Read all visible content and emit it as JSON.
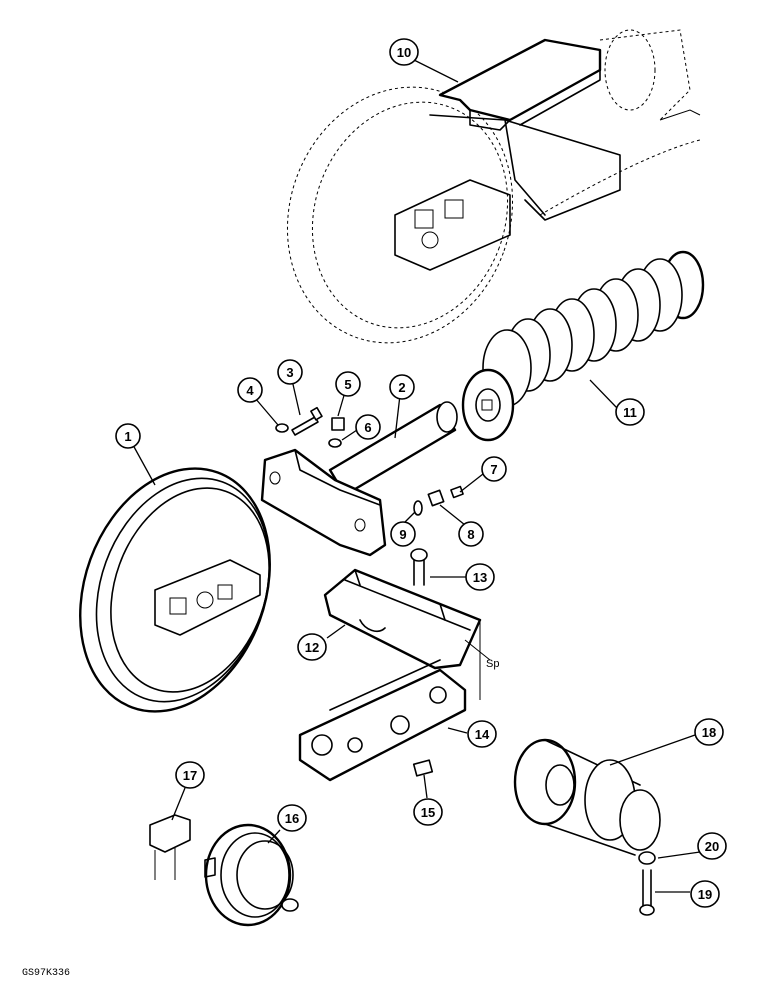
{
  "figure_code": "GS97K336",
  "spring_gap_label": "Sp",
  "callouts": [
    {
      "id": "1",
      "label": "1"
    },
    {
      "id": "2",
      "label": "2"
    },
    {
      "id": "3",
      "label": "3"
    },
    {
      "id": "4",
      "label": "4"
    },
    {
      "id": "5",
      "label": "5"
    },
    {
      "id": "6",
      "label": "6"
    },
    {
      "id": "7",
      "label": "7"
    },
    {
      "id": "8",
      "label": "8"
    },
    {
      "id": "9",
      "label": "9"
    },
    {
      "id": "10",
      "label": "10"
    },
    {
      "id": "11",
      "label": "11"
    },
    {
      "id": "12",
      "label": "12"
    },
    {
      "id": "13",
      "label": "13"
    },
    {
      "id": "14",
      "label": "14"
    },
    {
      "id": "15",
      "label": "15"
    },
    {
      "id": "16",
      "label": "16"
    },
    {
      "id": "17",
      "label": "17"
    },
    {
      "id": "18",
      "label": "18"
    },
    {
      "id": "19",
      "label": "19"
    },
    {
      "id": "20",
      "label": "20"
    }
  ]
}
